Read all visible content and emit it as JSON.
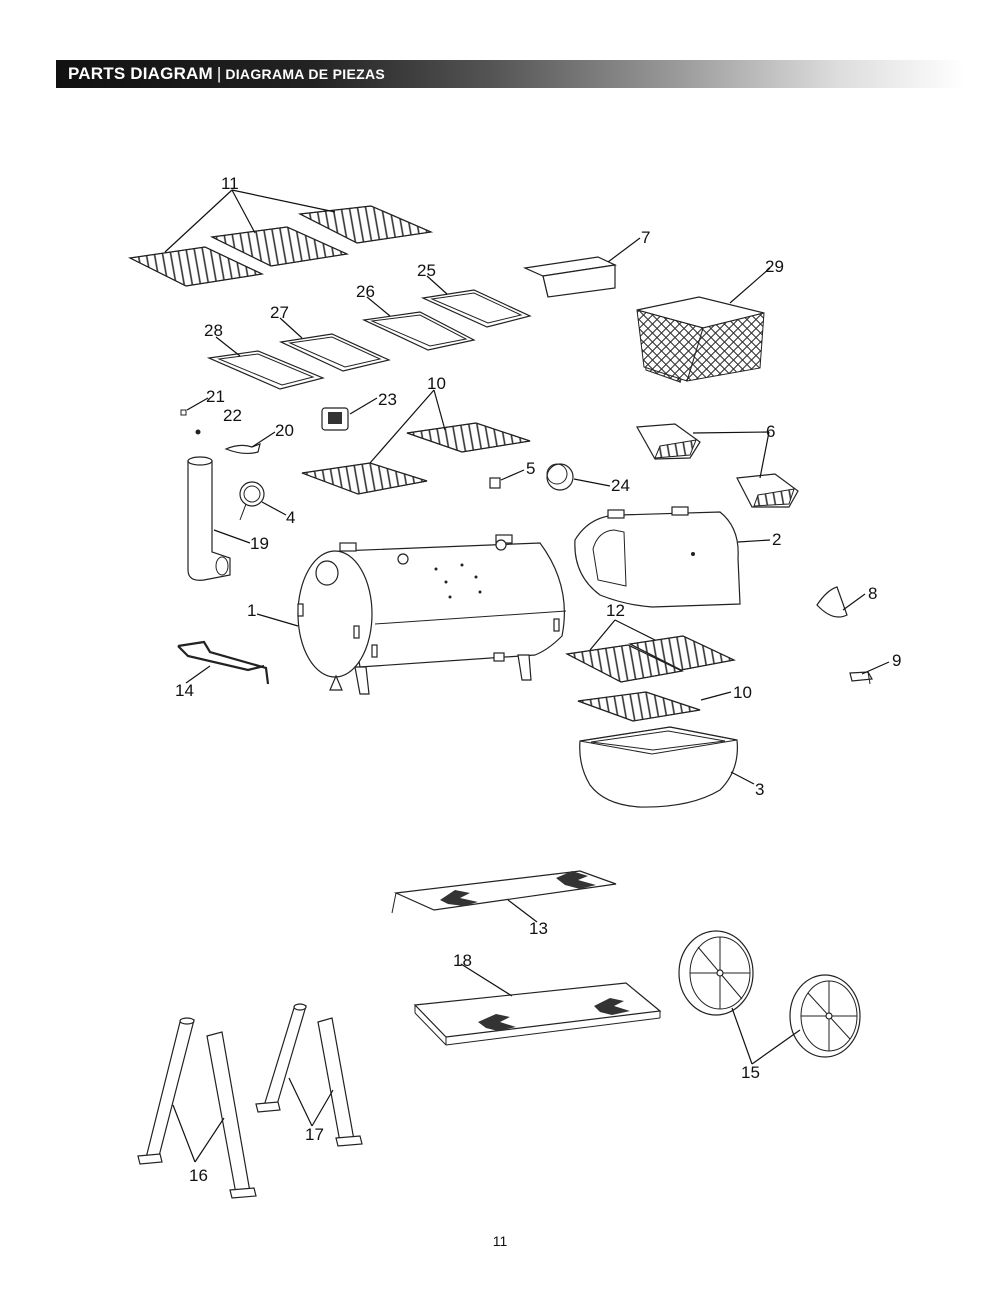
{
  "header": {
    "title": "PARTS DIAGRAM",
    "separator": "|",
    "subtitle": "DIAGRAMA DE PIEZAS"
  },
  "page_number": "11",
  "part_labels": {
    "p1": "1",
    "p2": "2",
    "p3": "3",
    "p4": "4",
    "p5": "5",
    "p6": "6",
    "p7": "7",
    "p8": "8",
    "p9": "9",
    "p10a": "10",
    "p10b": "10",
    "p11": "11",
    "p12": "12",
    "p13": "13",
    "p14": "14",
    "p15": "15",
    "p16": "16",
    "p17": "17",
    "p18": "18",
    "p19": "19",
    "p20": "20",
    "p21": "21",
    "p22": "22",
    "p23": "23",
    "p24": "24",
    "p25": "25",
    "p26": "26",
    "p27": "27",
    "p28": "28",
    "p29": "29"
  }
}
